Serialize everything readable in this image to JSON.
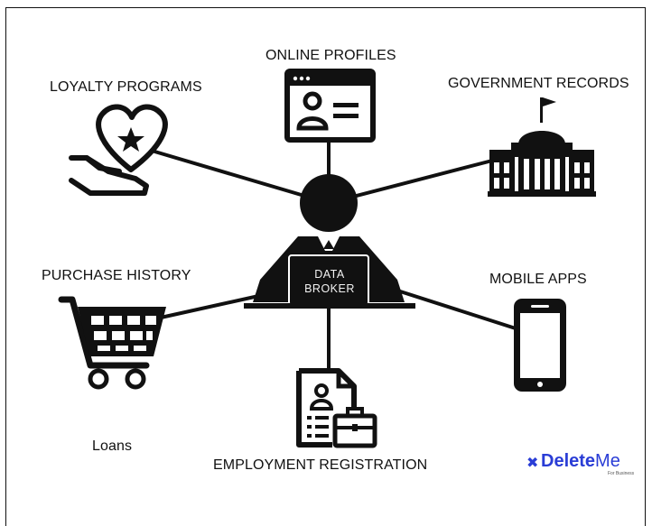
{
  "center": {
    "line1": "DATA",
    "line2": "BROKER"
  },
  "labels": {
    "loyalty": "LOYALTY PROGRAMS",
    "online": "ONLINE PROFILES",
    "government": "GOVERNMENT RECORDS",
    "purchase": "PURCHASE HISTORY",
    "mobile": "MOBILE APPS",
    "loans": "Loans",
    "employment": "EMPLOYMENT REGISTRATION"
  },
  "logo": {
    "mark": "✖",
    "word_bold": "Delete",
    "word_light": "Me",
    "tagline": "For Business"
  },
  "colors": {
    "ink": "#111111",
    "brand": "#2a3dd6",
    "background": "#ffffff"
  },
  "icons": [
    "heart-hand-icon",
    "profile-window-icon",
    "government-building-icon",
    "shopping-cart-icon",
    "smartphone-icon",
    "document-briefcase-icon",
    "person-laptop-icon"
  ]
}
